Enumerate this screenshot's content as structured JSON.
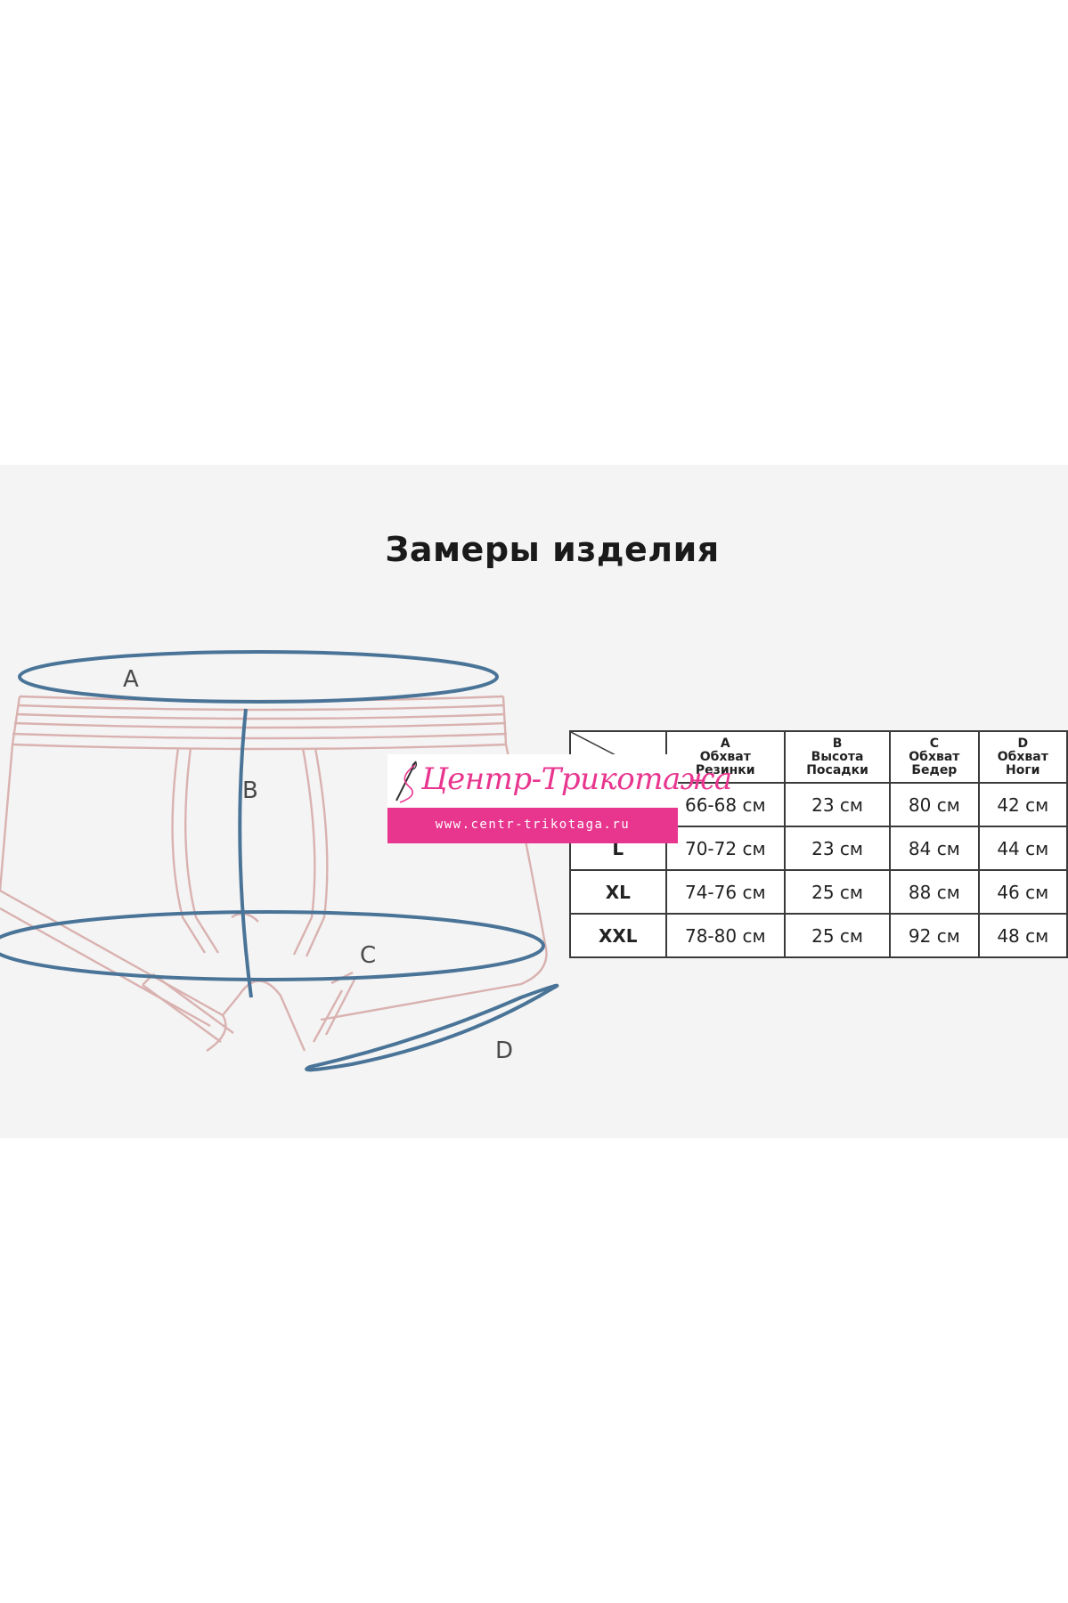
{
  "title": "Замеры изделия",
  "diagram": {
    "labels": {
      "a": "A",
      "b": "B",
      "c": "C",
      "d": "D"
    }
  },
  "table": {
    "headers": [
      {
        "letter": "A",
        "line1": "Обхват",
        "line2": "Резинки"
      },
      {
        "letter": "B",
        "line1": "Высота",
        "line2": "Посадки"
      },
      {
        "letter": "C",
        "line1": "Обхват",
        "line2": "Бедер"
      },
      {
        "letter": "D",
        "line1": "Обхват",
        "line2": "Ноги"
      }
    ],
    "rows": [
      {
        "size": "",
        "a": "66-68 см",
        "b": "23 см",
        "c": "80 см",
        "d": "42 см"
      },
      {
        "size": "L",
        "a": "70-72 см",
        "b": "23 см",
        "c": "84 см",
        "d": "44 см"
      },
      {
        "size": "XL",
        "a": "74-76 см",
        "b": "25 см",
        "c": "88 см",
        "d": "46 см"
      },
      {
        "size": "XXL",
        "a": "78-80 см",
        "b": "25 см",
        "c": "92 см",
        "d": "48 см"
      }
    ]
  },
  "watermark": {
    "name": "Центр-Трикотажа",
    "url": "www.centr-trikotaga.ru",
    "color": "#e8368f"
  }
}
